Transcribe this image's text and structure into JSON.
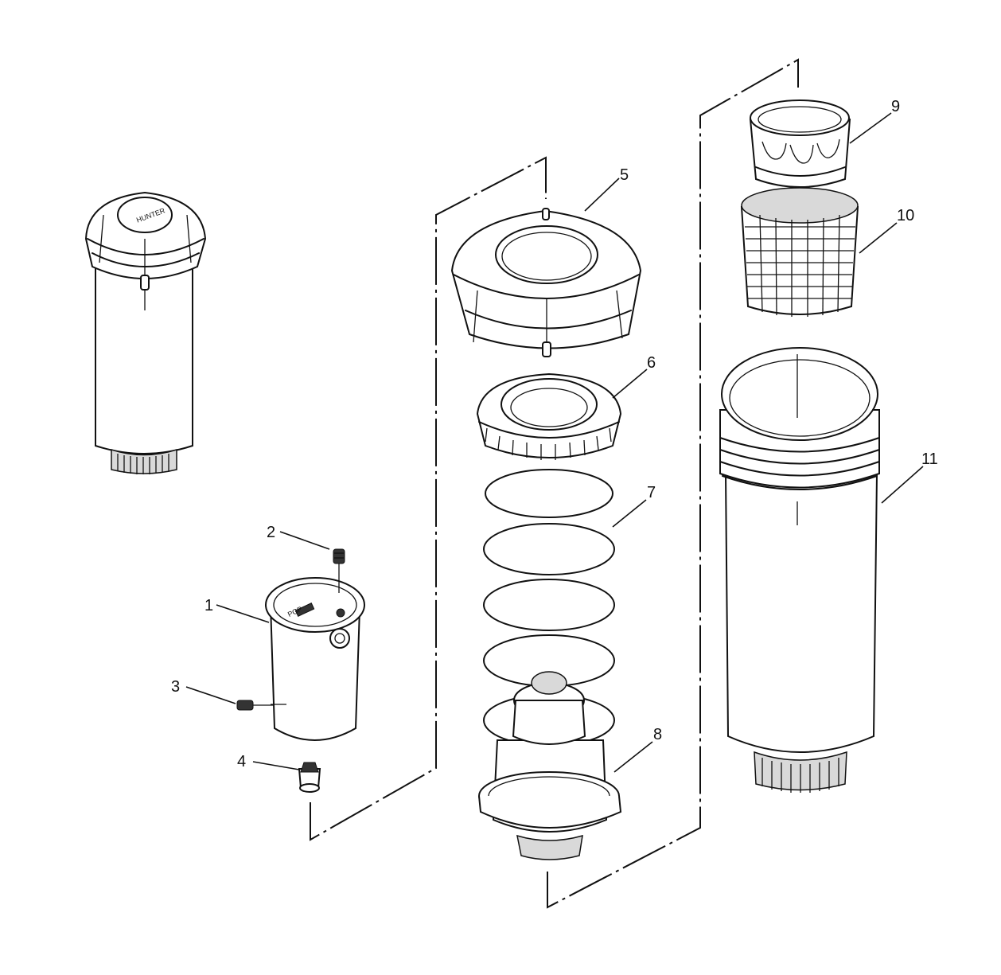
{
  "diagram": {
    "callouts": [
      {
        "id": "1",
        "text": "1"
      },
      {
        "id": "2",
        "text": "2"
      },
      {
        "id": "3",
        "text": "3"
      },
      {
        "id": "4",
        "text": "4"
      },
      {
        "id": "5",
        "text": "5"
      },
      {
        "id": "6",
        "text": "6"
      },
      {
        "id": "7",
        "text": "7"
      },
      {
        "id": "8",
        "text": "8"
      },
      {
        "id": "9",
        "text": "9"
      },
      {
        "id": "10",
        "text": "10"
      },
      {
        "id": "11",
        "text": "11"
      }
    ],
    "parts": [
      {
        "name": "assembled-sprinkler",
        "icon": "sprinkler-assembly-icon"
      },
      {
        "name": "nozzle-housing",
        "callout": "1"
      },
      {
        "name": "screw",
        "callout": "2"
      },
      {
        "name": "set-screw",
        "callout": "3"
      },
      {
        "name": "nozzle",
        "callout": "4"
      },
      {
        "name": "cap",
        "callout": "5"
      },
      {
        "name": "ratchet-ring",
        "callout": "6"
      },
      {
        "name": "spring",
        "callout": "7"
      },
      {
        "name": "riser-drive",
        "callout": "8"
      },
      {
        "name": "filter-adapter",
        "callout": "9"
      },
      {
        "name": "filter-screen",
        "callout": "10"
      },
      {
        "name": "body",
        "callout": "11"
      }
    ]
  }
}
